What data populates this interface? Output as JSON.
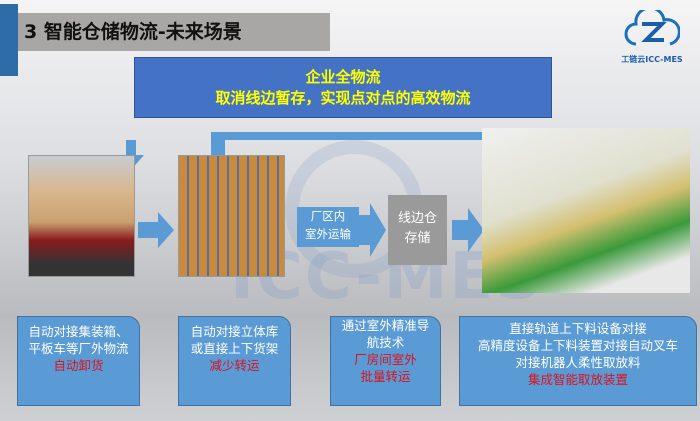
{
  "header": {
    "title": "3 智能仓储物流-未来场景",
    "logo_text": "工链云ICC-MES"
  },
  "watermark": "ICC-MES",
  "banner": {
    "line1": "企业全物流",
    "line2": "取消线边暂存，实现点对点的高效物流"
  },
  "flow": {
    "transport_label_1": "厂区内",
    "transport_label_2": "室外运输",
    "buffer_label_1": "线边仓",
    "buffer_label_2": "存储"
  },
  "boxes": [
    {
      "lines": [
        "自动对接集装箱、",
        "平板车等厂外物流"
      ],
      "highlight": [
        "自动卸货"
      ]
    },
    {
      "lines": [
        "自动对接立体库",
        "或直接上下货架"
      ],
      "highlight": [
        "减少转运"
      ]
    },
    {
      "lines": [
        "通过室外精准导",
        "航技术"
      ],
      "highlight": [
        "厂房间室外",
        "批量转运"
      ]
    },
    {
      "lines": [
        "直接轨道上下料设备对接",
        "高精度设备上下料装置对接自动叉车",
        "对接机器人柔性取放料"
      ],
      "highlight": [
        "集成智能取放装置"
      ]
    }
  ],
  "colors": {
    "accent": "#4472c4",
    "box": "#5b9bd5",
    "highlight": "#ffff00",
    "red": "#e0101a"
  }
}
